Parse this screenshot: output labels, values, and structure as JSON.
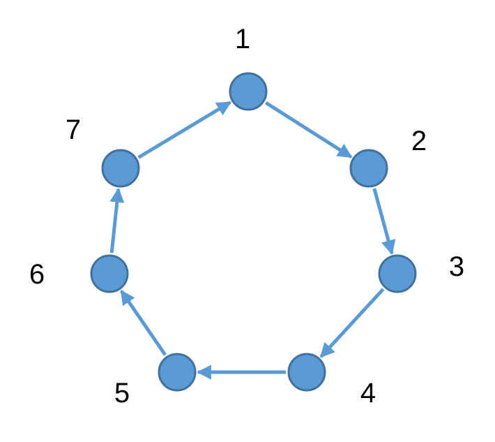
{
  "diagram": {
    "colors": {
      "node_fill": "#5b9bd5",
      "node_stroke": "#41719c",
      "edge": "#5b9bd5",
      "label": "#000000",
      "background": "#ffffff"
    },
    "nodes": [
      {
        "id": "n1",
        "label": "1"
      },
      {
        "id": "n2",
        "label": "2"
      },
      {
        "id": "n3",
        "label": "3"
      },
      {
        "id": "n4",
        "label": "4"
      },
      {
        "id": "n5",
        "label": "5"
      },
      {
        "id": "n6",
        "label": "6"
      },
      {
        "id": "n7",
        "label": "7"
      }
    ],
    "edges": [
      {
        "from": "n1",
        "to": "n2"
      },
      {
        "from": "n2",
        "to": "n3"
      },
      {
        "from": "n3",
        "to": "n4"
      },
      {
        "from": "n4",
        "to": "n5"
      },
      {
        "from": "n5",
        "to": "n6"
      },
      {
        "from": "n6",
        "to": "n7"
      },
      {
        "from": "n7",
        "to": "n1"
      }
    ]
  }
}
